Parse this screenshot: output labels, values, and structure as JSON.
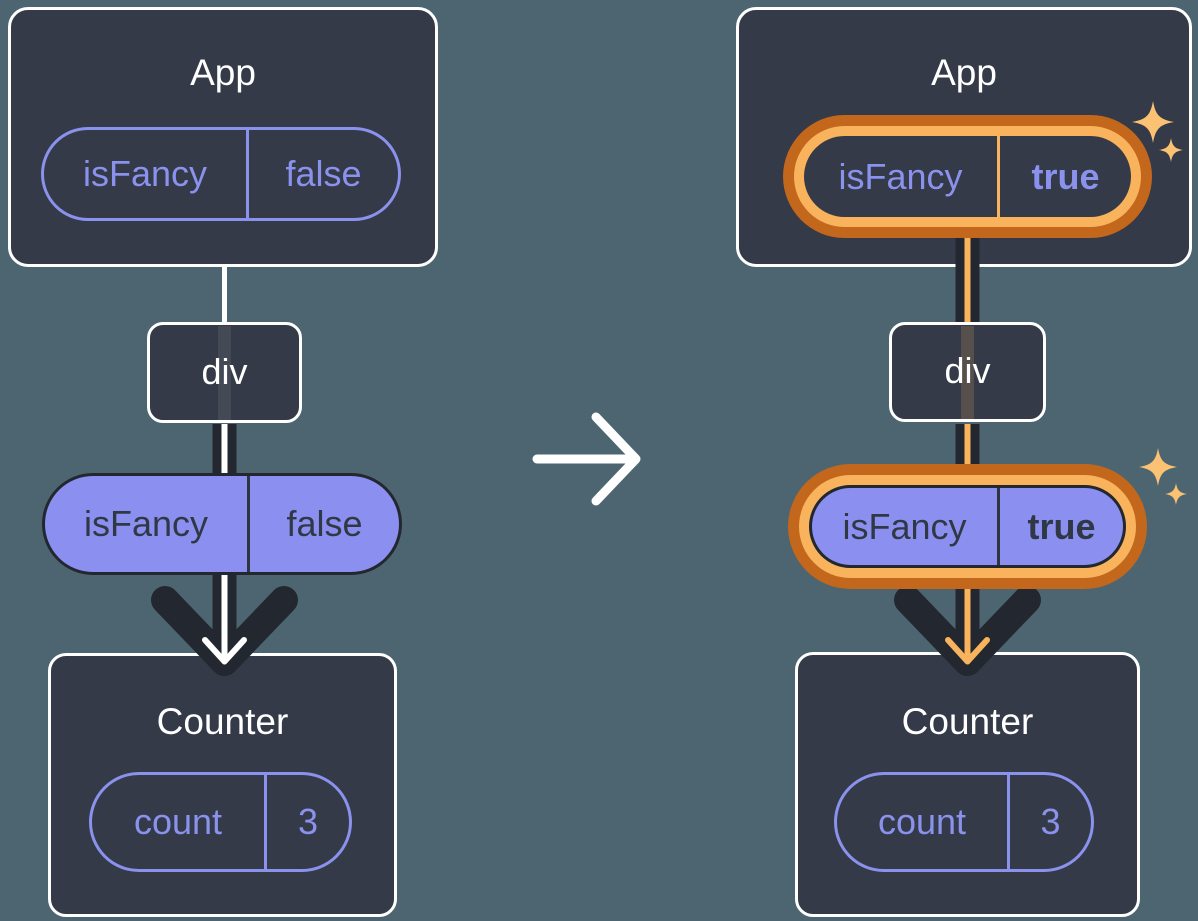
{
  "diagram": {
    "before": {
      "app": {
        "title": "App",
        "prop_name": "isFancy",
        "prop_value": "false"
      },
      "div_label": "div",
      "passed_pill": {
        "prop_name": "isFancy",
        "prop_value": "false"
      },
      "counter": {
        "title": "Counter",
        "state_name": "count",
        "state_value": "3"
      }
    },
    "after": {
      "app": {
        "title": "App",
        "prop_name": "isFancy",
        "prop_value": "true"
      },
      "div_label": "div",
      "passed_pill": {
        "prop_name": "isFancy",
        "prop_value": "true"
      },
      "counter": {
        "title": "Counter",
        "state_name": "count",
        "state_value": "3"
      }
    },
    "colors": {
      "background": "#4C6570",
      "box_fill": "#343A47",
      "box_border": "#FFFFFF",
      "purple": "#8A92EE",
      "purple_fill": "#8B90F0",
      "dark": "#23272F",
      "orange_dark": "#C2671C",
      "orange_light": "#F9B35C",
      "sparkle": "#FBC274",
      "white": "#FFFFFF"
    }
  }
}
